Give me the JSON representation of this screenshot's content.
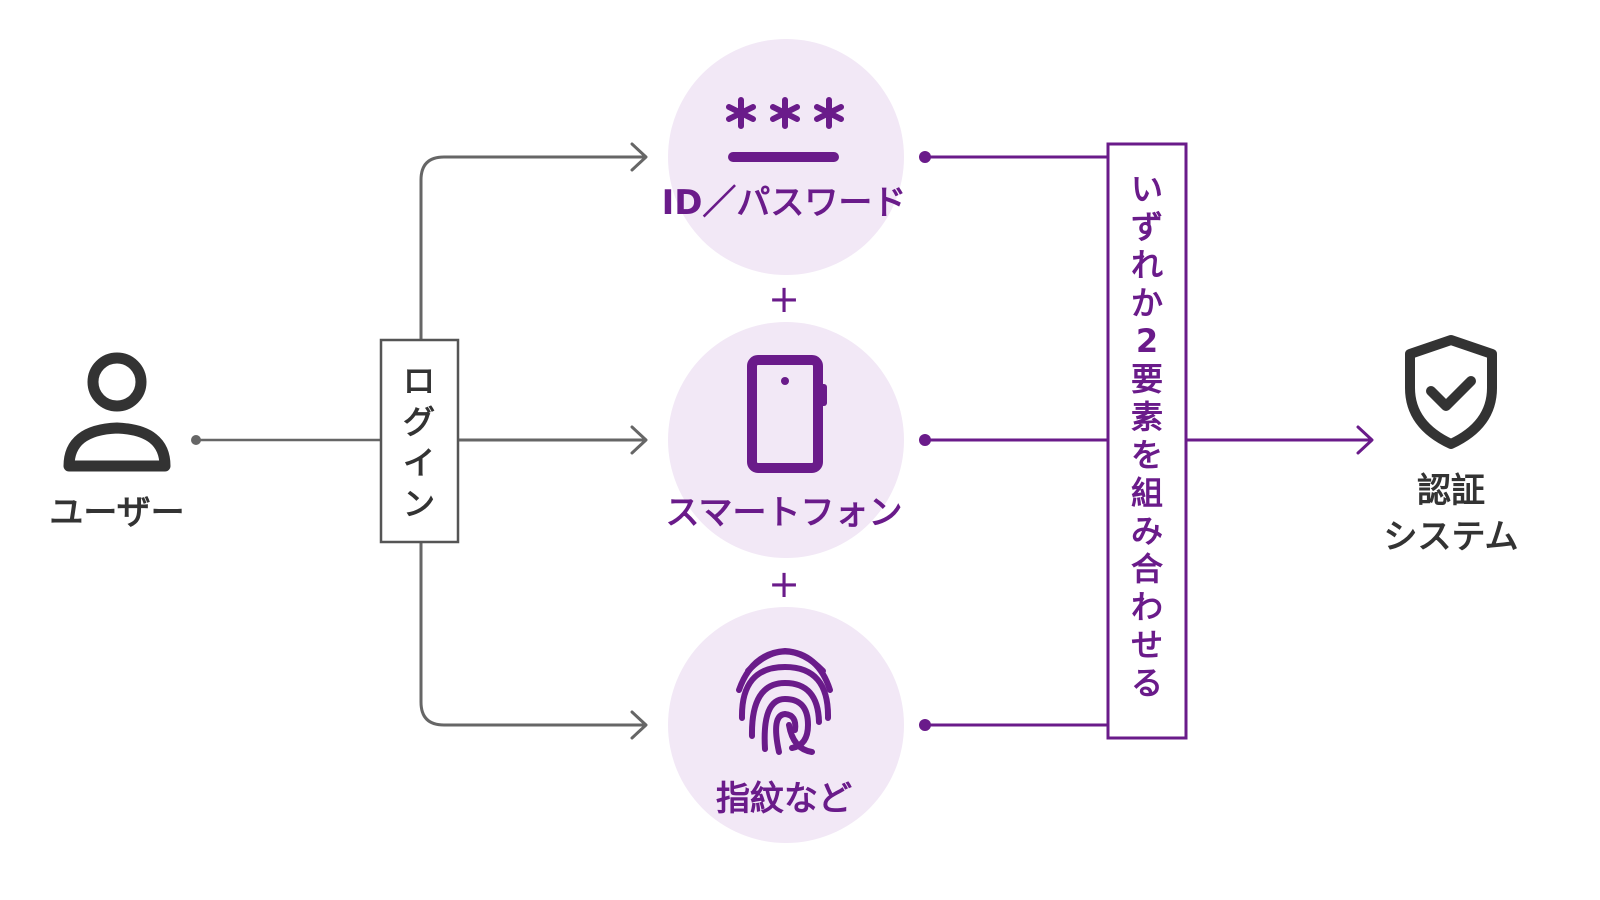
{
  "colors": {
    "accent": "#6a1b8a",
    "circle_fill": "#f2e8f6",
    "dark": "#333333",
    "gray_line": "#666666"
  },
  "user": {
    "label": "ユーザー",
    "icon": "person-icon"
  },
  "login": {
    "label": "ログ\nイン",
    "chars": [
      "ロ",
      "グ",
      "イ",
      "ン"
    ]
  },
  "factors": [
    {
      "label": "ID／パスワード",
      "icon": "password-icon"
    },
    {
      "label": "スマートフォン",
      "icon": "smartphone-icon"
    },
    {
      "label": "指紋など",
      "icon": "fingerprint-icon"
    }
  ],
  "plus": "+",
  "combine": {
    "label": "いずれか2要素を組み合わせる",
    "chars": [
      "い",
      "ず",
      "れ",
      "か",
      "2",
      "要",
      "素",
      "を",
      "組",
      "み",
      "合",
      "わ",
      "せ",
      "る"
    ]
  },
  "system": {
    "label_line1": "認証",
    "label_line2": "システム",
    "icon": "shield-check-icon"
  }
}
